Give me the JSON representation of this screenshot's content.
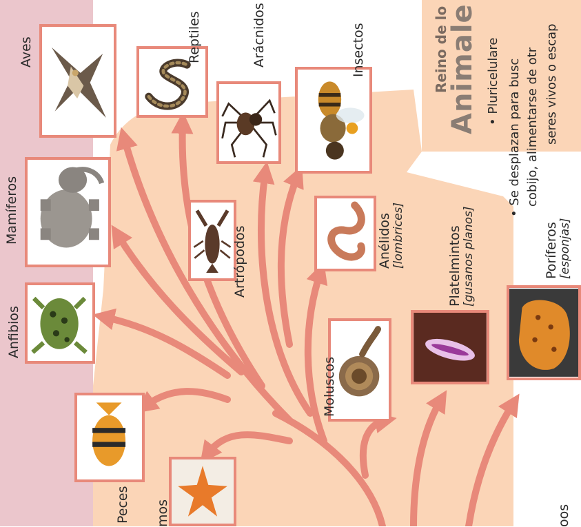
{
  "colors": {
    "pink_band": "#ebc6cc",
    "peach": "#fbd5b7",
    "branch": "#e8897a",
    "card_border": "#e8897a"
  },
  "info": {
    "kingdom": "Reino de lo",
    "title": "Animale",
    "bullet1": "• Pluricelulare",
    "bullet2_line1": "• Se desplazan para busc",
    "bullet2_line2": "cobijo, alimentarse de otr",
    "bullet2_line3": "seres vivos o escap"
  },
  "groups": {
    "aves": {
      "label": "Aves",
      "icon": "bird-icon"
    },
    "reptiles": {
      "label": "Reptiles",
      "icon": "snake-icon"
    },
    "aracnidos": {
      "label": "Arácnidos",
      "icon": "spider-icon"
    },
    "insectos": {
      "label": "Insectos",
      "icon": "bee-icon"
    },
    "mamiferos": {
      "label": "Mamíferos",
      "icon": "elephant-icon"
    },
    "artropodos": {
      "label": "Artrópodos",
      "icon": "crayfish-icon"
    },
    "anelidos": {
      "label": "Anélidos",
      "sub": "[lombrices]",
      "icon": "worm-icon"
    },
    "anfibios": {
      "label": "Anfibios",
      "icon": "frog-icon"
    },
    "moluscos": {
      "label": "Moluscos",
      "icon": "snail-icon"
    },
    "platelmintos": {
      "label": "Platelmintos",
      "sub": "[gusanos planos]",
      "icon": "flatworm-icon"
    },
    "poriferos": {
      "label": "Poríferos",
      "sub": "[esponjas]",
      "icon": "sponge-icon"
    },
    "peces": {
      "label": "Peces",
      "icon": "fish-icon"
    },
    "equinodermos": {
      "label": "mos",
      "icon": "starfish-icon"
    },
    "cnidarios": {
      "label": "oos"
    }
  }
}
